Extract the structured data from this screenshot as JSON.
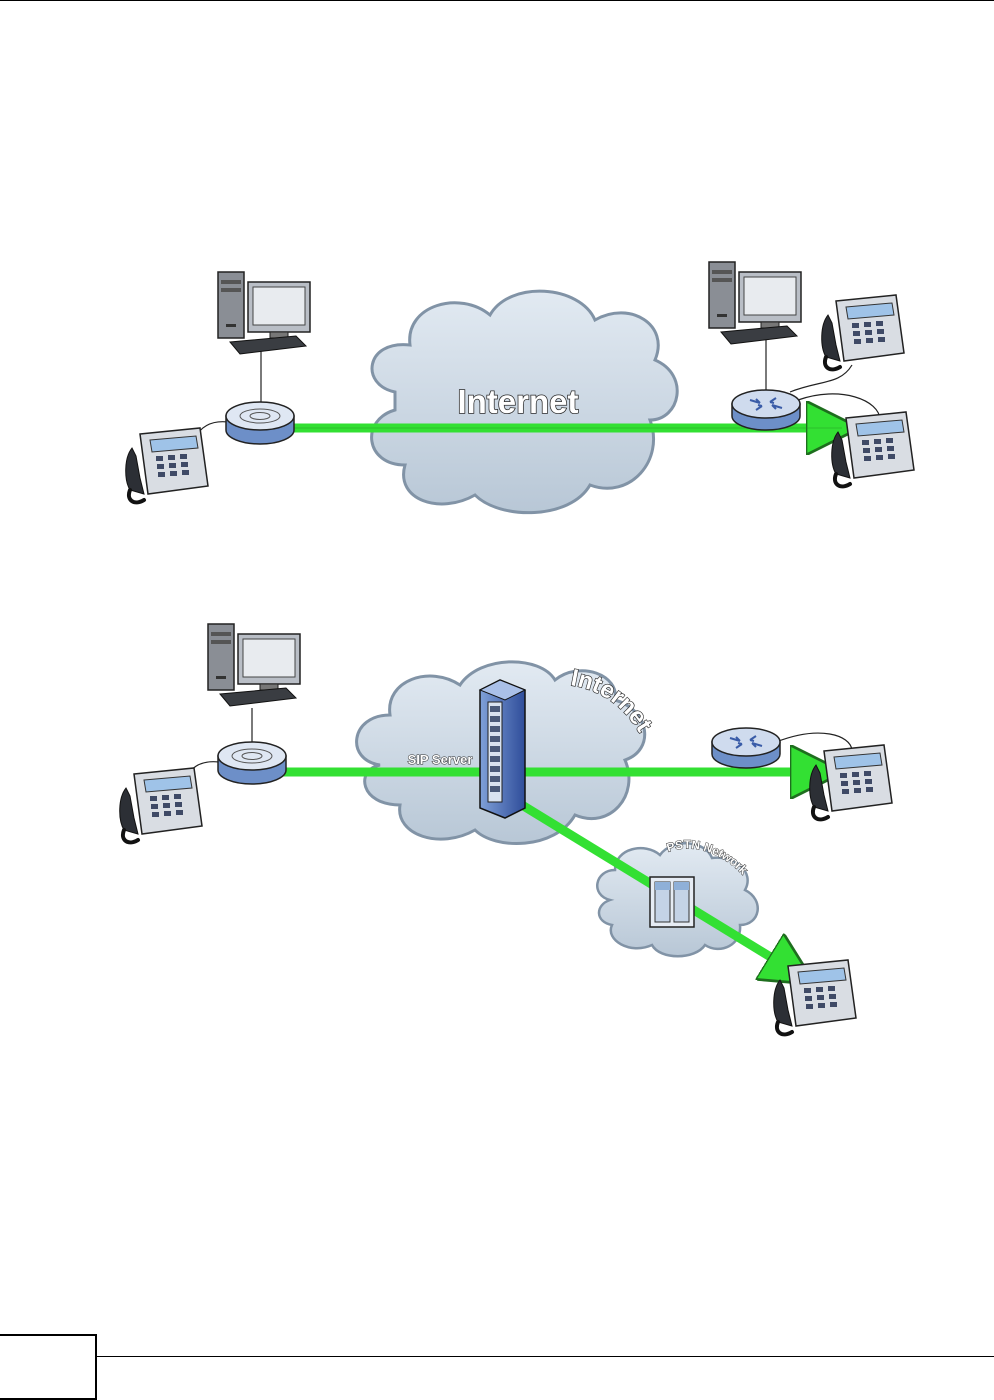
{
  "diagram1": {
    "cloud_label": "Internet"
  },
  "diagram2": {
    "cloud_label": "Internet",
    "server_label": "SIP Server",
    "pstn_label": "PSTN Network"
  },
  "colors": {
    "arrow": "#33e033",
    "cloud": "#c9d6e2",
    "device": "#a8bfe6"
  }
}
